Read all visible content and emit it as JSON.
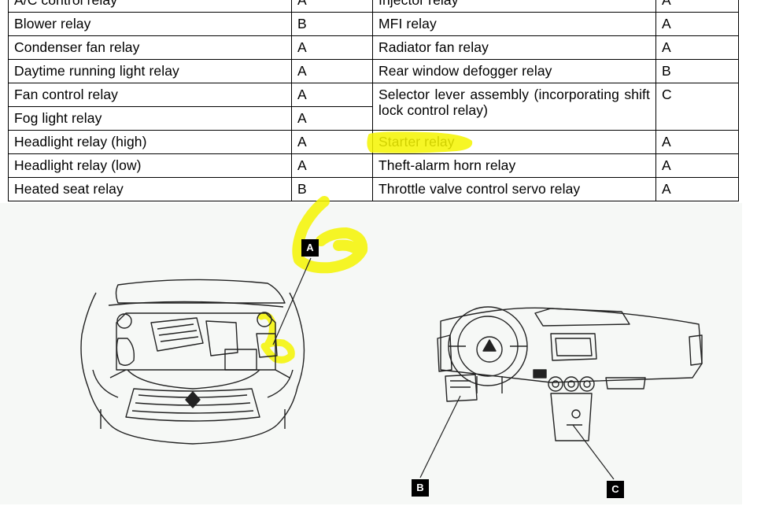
{
  "table": {
    "rows": [
      {
        "left_name": "A/C control relay",
        "left_loc": "A",
        "right_name": "Injector relay",
        "right_loc": "A"
      },
      {
        "left_name": "Blower relay",
        "left_loc": "B",
        "right_name": "MFI relay",
        "right_loc": "A"
      },
      {
        "left_name": "Condenser fan relay",
        "left_loc": "A",
        "right_name": "Radiator fan relay",
        "right_loc": "A"
      },
      {
        "left_name": "Daytime running light relay",
        "left_loc": "A",
        "right_name": "Rear window defogger relay",
        "right_loc": "B"
      },
      {
        "left_name": "Fan control relay",
        "left_loc": "A",
        "right_name": "Selector lever assembly (incorporating shift lock control relay)",
        "right_loc": "C"
      },
      {
        "left_name": "Fog light relay",
        "left_loc": "A"
      },
      {
        "left_name": "Headlight relay (high)",
        "left_loc": "A",
        "right_name": "Starter relay",
        "right_loc": "A"
      },
      {
        "left_name": "Headlight relay (low)",
        "left_loc": "A",
        "right_name": "Theft-alarm horn relay",
        "right_loc": "A"
      },
      {
        "left_name": "Heated seat relay",
        "left_loc": "B",
        "right_name": "Throttle valve control servo relay",
        "right_loc": "A"
      }
    ]
  },
  "figure": {
    "label_a": "A",
    "label_b": "B",
    "label_c": "C"
  },
  "colors": {
    "highlight": "#f5f500",
    "line": "#000000",
    "figure_background": "#f6f8f6"
  }
}
